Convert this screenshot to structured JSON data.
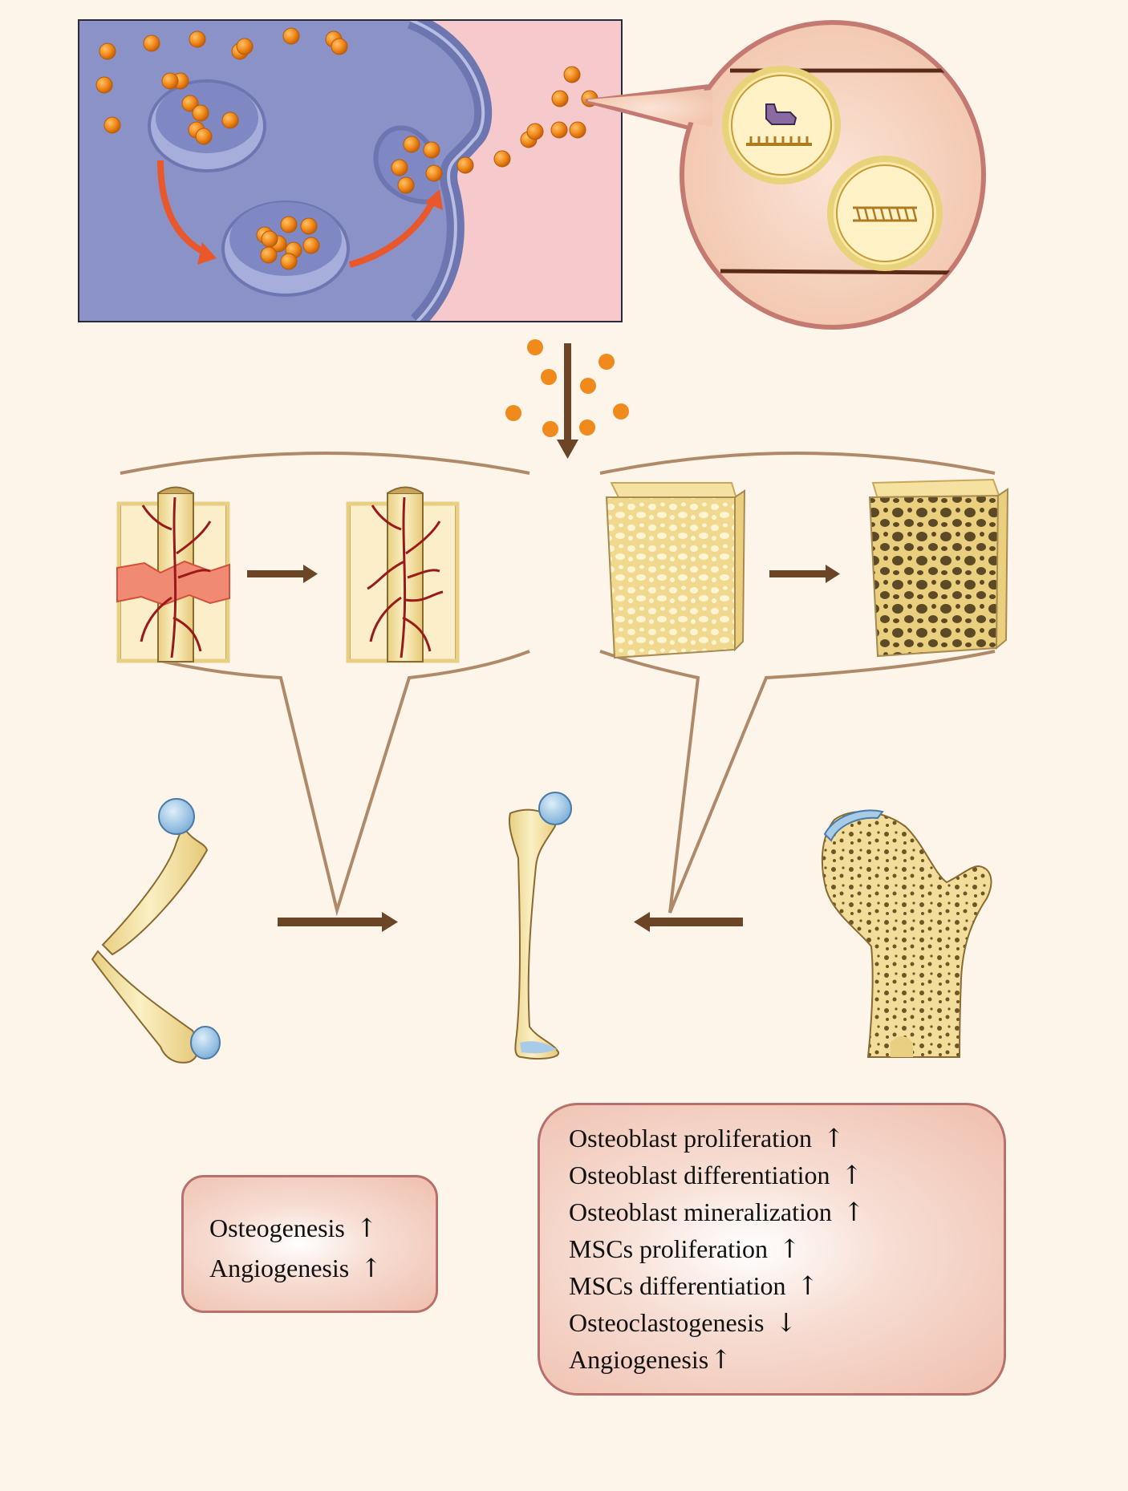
{
  "colors": {
    "background": "#fdf4ea",
    "cytoplasm": "#8a92c8",
    "extracellular": "#f6c9cc",
    "vesicle": "#f08a1c",
    "red_arrow": "#e8582a",
    "brown_arrow": "#6b4526",
    "bubble_outline": "#b08a68",
    "bone": "#f6e6a6",
    "cartilage": "#9cc4e4",
    "box_border": "#b8706a"
  },
  "icons": {
    "cell_release": "exosome-secretion-illustration",
    "exosome_detail": "exosome-cargo-bubble",
    "fracture_healing": "fracture-healing-illustration",
    "trabecular_bone": "trabecular-bone-illustration",
    "broken_femur": "fractured-femur-illustration",
    "healthy_femur": "healthy-femur-illustration",
    "osteoporotic_femur": "osteoporotic-femur-illustration"
  },
  "fracture_effects": [
    {
      "label": "Osteogenesis",
      "arrow": "↑"
    },
    {
      "label": "Angiogenesis",
      "arrow": "↑"
    }
  ],
  "osteoporosis_effects": [
    {
      "label": "Osteoblast proliferation",
      "arrow": "↑"
    },
    {
      "label": "Osteoblast differentiation",
      "arrow": "↑"
    },
    {
      "label": "Osteoblast mineralization",
      "arrow": "↑"
    },
    {
      "label": "MSCs proliferation",
      "arrow": "↑"
    },
    {
      "label": "MSCs differentiation",
      "arrow": "↑"
    },
    {
      "label": "Osteoclastogenesis",
      "arrow": "↓"
    },
    {
      "label": "Angiogenesis",
      "arrow": "↑"
    }
  ]
}
